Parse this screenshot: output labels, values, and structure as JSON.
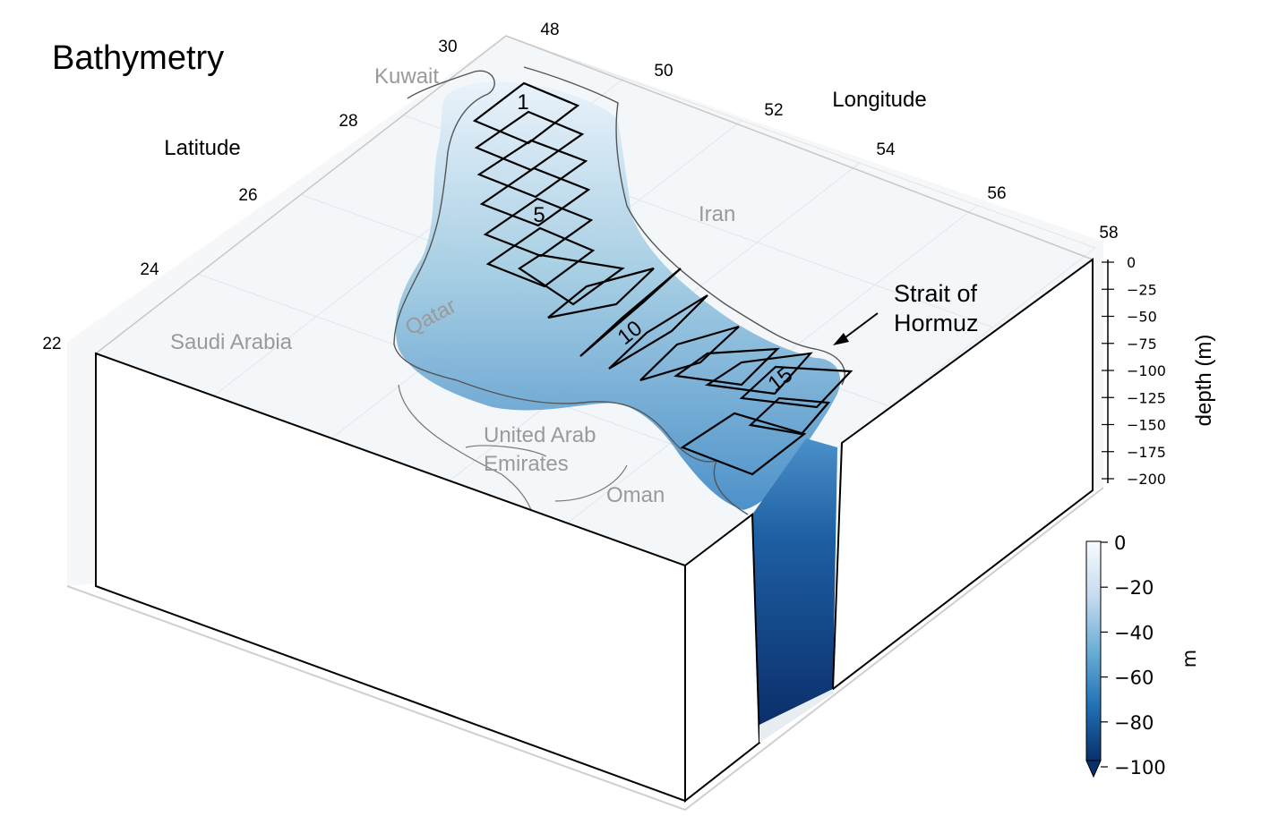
{
  "figure": {
    "title": "Bathymetry"
  },
  "chart_data": {
    "type": "surface3d",
    "title": "Bathymetry",
    "xlabel": "Longitude",
    "ylabel": "Latitude",
    "zlabel": "depth (m)",
    "longitude_ticks": [
      "48",
      "50",
      "52",
      "54",
      "56",
      "58"
    ],
    "latitude_ticks": [
      "22",
      "24",
      "26",
      "28",
      "30"
    ],
    "depth_ticks": [
      "0",
      "−25",
      "−50",
      "−75",
      "−100",
      "−125",
      "−150",
      "−175",
      "−200"
    ],
    "xlim": [
      48,
      58
    ],
    "ylim": [
      22,
      30
    ],
    "zlim": [
      -200,
      0
    ],
    "colorbar": {
      "label": "m",
      "ticks": [
        "0",
        "−20",
        "−40",
        "−60",
        "−80",
        "−100"
      ],
      "range": [
        -100,
        0
      ],
      "extend": "min",
      "colors": [
        "#f7fbff",
        "#c6dbef",
        "#6baed6",
        "#2171b5",
        "#08306b"
      ]
    },
    "country_labels": [
      "Kuwait",
      "Iran",
      "Saudi Arabia",
      "Qatar",
      "United Arab",
      "Emirates",
      "Oman"
    ],
    "annotation": {
      "lines": [
        "Strait of",
        "Hormuz"
      ]
    },
    "region_labels": [
      "1",
      "5",
      "10",
      "15"
    ]
  }
}
